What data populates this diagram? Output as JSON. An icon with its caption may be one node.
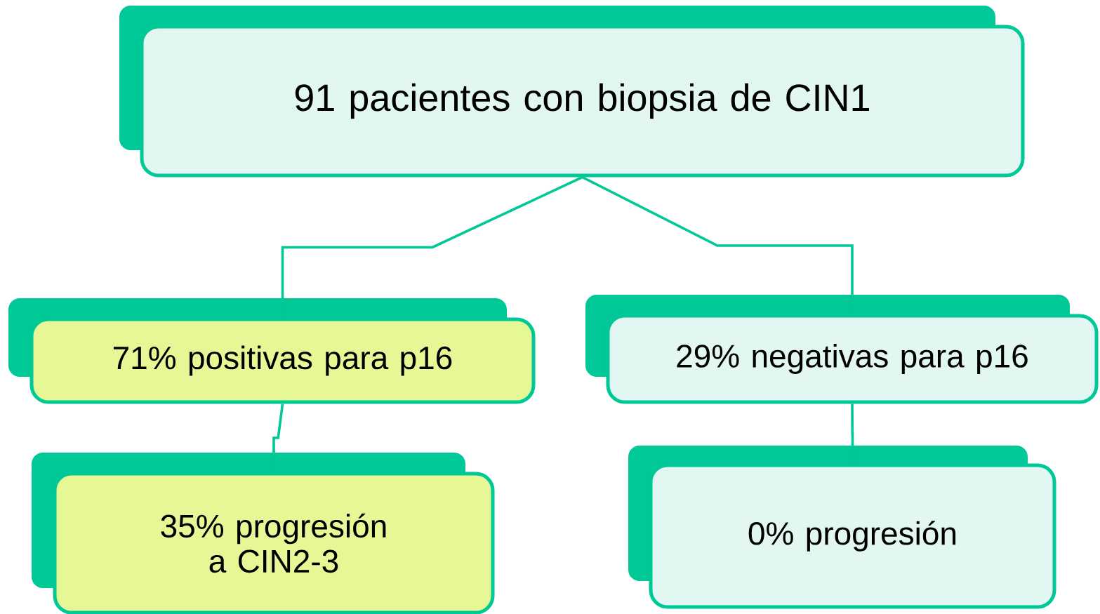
{
  "diagram": {
    "nodes": [
      {
        "text": [
          "91 pacientes con biopsia de CIN1"
        ]
      },
      {
        "text": [
          "71% positivas para p16"
        ]
      },
      {
        "text": [
          "29% negativas para p16"
        ]
      },
      {
        "text": [
          "35% progresión a CIN2-3"
        ]
      },
      {
        "text": [
          "0% progresión"
        ]
      }
    ],
    "edges": [
      {
        "from": 0,
        "to": 1,
        "arrow": "none"
      },
      {
        "from": 0,
        "to": 2,
        "arrow": "none"
      },
      {
        "from": 1,
        "to": 3,
        "arrow": "none"
      },
      {
        "from": 2,
        "to": 4,
        "arrow": "none"
      }
    ]
  }
}
